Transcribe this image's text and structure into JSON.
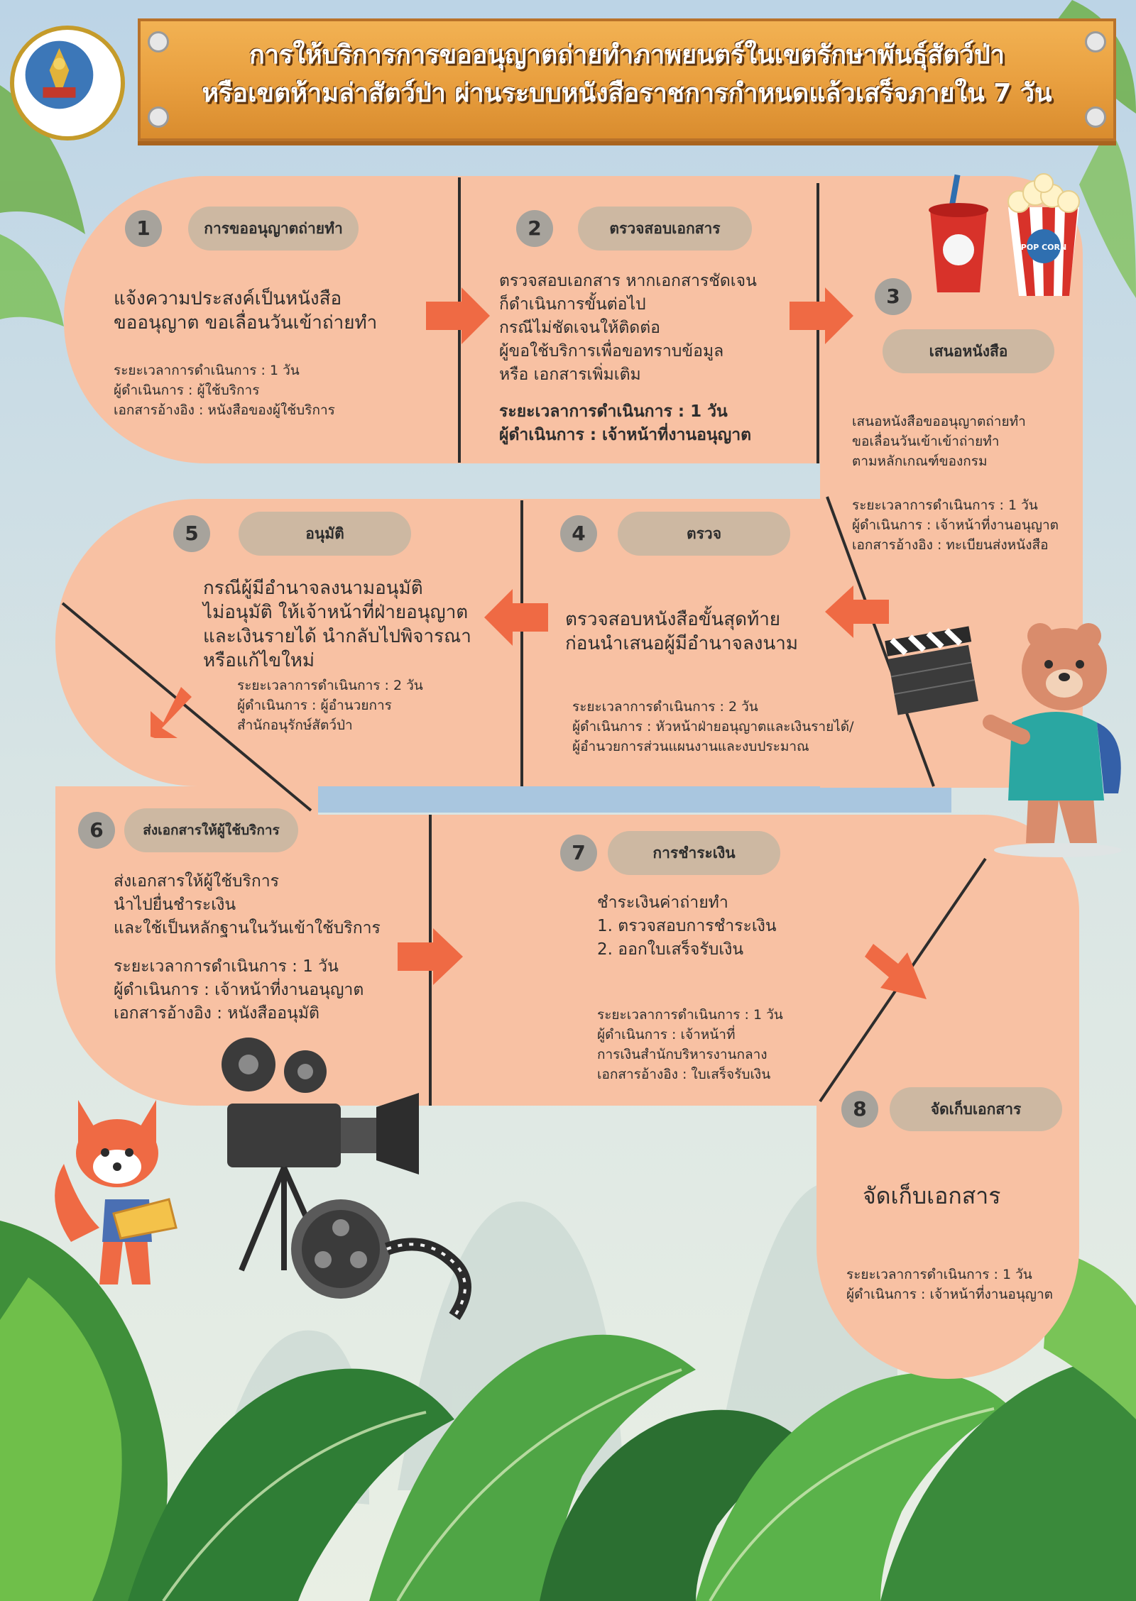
{
  "title_line1": "การให้บริการการขออนุญาตถ่ายทำภาพยนตร์ในเขตรักษาพันธุ์สัตว์ป่า",
  "title_line2": "หรือเขตห้ามล่าสัตว์ป่า ผ่านระบบหนังสือราชการกำหนดแล้วเสร็จภายใน 7 วัน",
  "colors": {
    "lane": "#f8c1a3",
    "pill": "#cdb8a2",
    "arrow": "#ef6a44",
    "board": "#e9a040"
  },
  "steps": [
    {
      "num": "1",
      "label": "การขออนุญาตถ่ายทำ",
      "main": "แจ้งความประสงค์เป็นหนังสือ\nขออนุญาต ขอเลื่อนวันเข้าถ่ายทำ",
      "detail": "ระยะเวลาการดำเนินการ : 1 วัน\nผู้ดำเนินการ : ผู้ใช้บริการ\nเอกสารอ้างอิง : หนังสือของผู้ใช้บริการ"
    },
    {
      "num": "2",
      "label": "ตรวจสอบเอกสาร",
      "main": "ตรวจสอบเอกสาร หากเอกสารชัดเจน\nก็ดำเนินการขั้นต่อไป\nกรณีไม่ชัดเจนให้ติดต่อ\nผู้ขอใช้บริการเพื่อขอทราบข้อมูล\nหรือ เอกสารเพิ่มเติม",
      "detail": "ระยะเวลาการดำเนินการ : 1 วัน\nผู้ดำเนินการ : เจ้าหน้าที่งานอนุญาต"
    },
    {
      "num": "3",
      "label": "เสนอหนังสือ",
      "main": "เสนอหนังสือขออนุญาตถ่ายทำ\nขอเลื่อนวันเข้าเข้าถ่ายทำ\nตามหลักเกณฑ์ของกรม",
      "detail": "ระยะเวลาการดำเนินการ : 1 วัน\nผู้ดำเนินการ : เจ้าหน้าที่งานอนุญาต\nเอกสารอ้างอิง : ทะเบียนส่งหนังสือ"
    },
    {
      "num": "4",
      "label": "ตรวจ",
      "main": "ตรวจสอบหนังสือขั้นสุดท้าย\nก่อนนำเสนอผู้มีอำนาจลงนาม",
      "detail": "ระยะเวลาการดำเนินการ : 2 วัน\nผู้ดำเนินการ : หัวหน้าฝ่ายอนุญาตและเงินรายได้/\nผู้อำนวยการส่วนแผนงานและงบประมาณ"
    },
    {
      "num": "5",
      "label": "อนุมัติ",
      "main": "กรณีผู้มีอำนาจลงนามอนุมัติ\nไม่อนุมัติ ให้เจ้าหน้าที่ฝ่ายอนุญาต\nและเงินรายได้ นำกลับไปพิจารณา\nหรือแก้ไขใหม่",
      "detail": "ระยะเวลาการดำเนินการ : 2 วัน\nผู้ดำเนินการ : ผู้อำนวยการ\nสำนักอนุรักษ์สัตว์ป่า"
    },
    {
      "num": "6",
      "label": "ส่งเอกสารให้ผู้ใช้บริการ",
      "main": "ส่งเอกสารให้ผู้ใช้บริการ\nนำไปยื่นชำระเงิน\nและใช้เป็นหลักฐานในวันเข้าใช้บริการ",
      "detail": "ระยะเวลาการดำเนินการ : 1 วัน\nผู้ดำเนินการ : เจ้าหน้าที่งานอนุญาต\nเอกสารอ้างอิง : หนังสืออนุมัติ"
    },
    {
      "num": "7",
      "label": "การชำระเงิน",
      "main": "ชำระเงินค่าถ่ายทำ\n1. ตรวจสอบการชำระเงิน\n2. ออกใบเสร็จรับเงิน",
      "detail": "ระยะเวลาการดำเนินการ : 1 วัน\nผู้ดำเนินการ : เจ้าหน้าที่\nการเงินสำนักบริหารงานกลาง\nเอกสารอ้างอิง : ใบเสร็จรับเงิน"
    },
    {
      "num": "8",
      "label": "จัดเก็บเอกสาร",
      "main": "จัดเก็บเอกสาร",
      "detail": "ระยะเวลาการดำเนินการ : 1 วัน\nผู้ดำเนินการ : เจ้าหน้าที่งานอนุญาต"
    }
  ],
  "popcorn_label": "POP CORN"
}
